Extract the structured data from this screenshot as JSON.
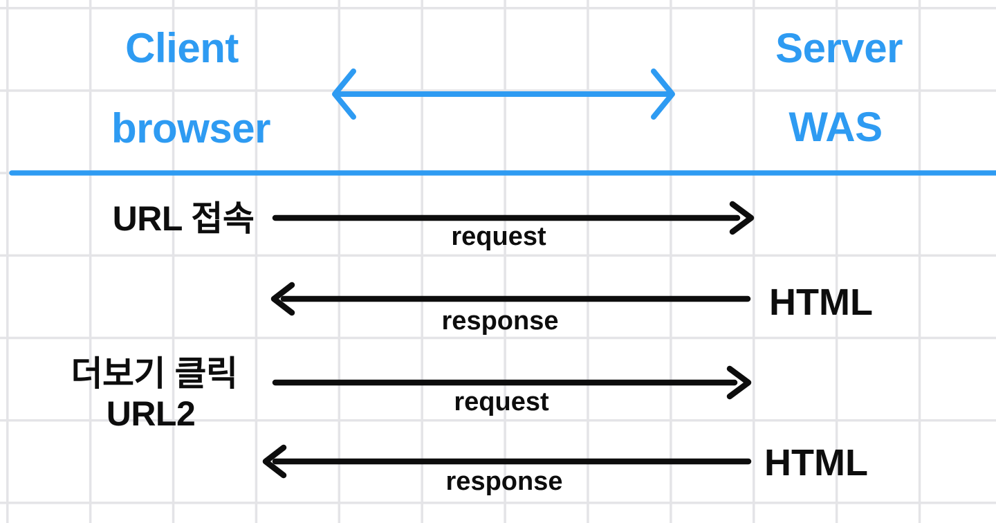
{
  "diagram": {
    "type": "sequence",
    "colors": {
      "accent_blue": "#2e9bf2",
      "ink_black": "#0d0d0d",
      "grid_gray": "#e4e4e7"
    },
    "actors": {
      "client_line1": "Client",
      "client_line2": "browser",
      "server_line1": "Server",
      "server_line2": "WAS"
    },
    "rows": [
      {
        "side_label": "URL 접속",
        "arrow_label": "request",
        "direction": "right"
      },
      {
        "side_label": "HTML",
        "arrow_label": "response",
        "direction": "left"
      },
      {
        "side_label_line1": "더보기 클릭",
        "side_label_line2": "URL2",
        "arrow_label": "request",
        "direction": "right"
      },
      {
        "side_label": "HTML",
        "arrow_label": "response",
        "direction": "left"
      }
    ]
  }
}
